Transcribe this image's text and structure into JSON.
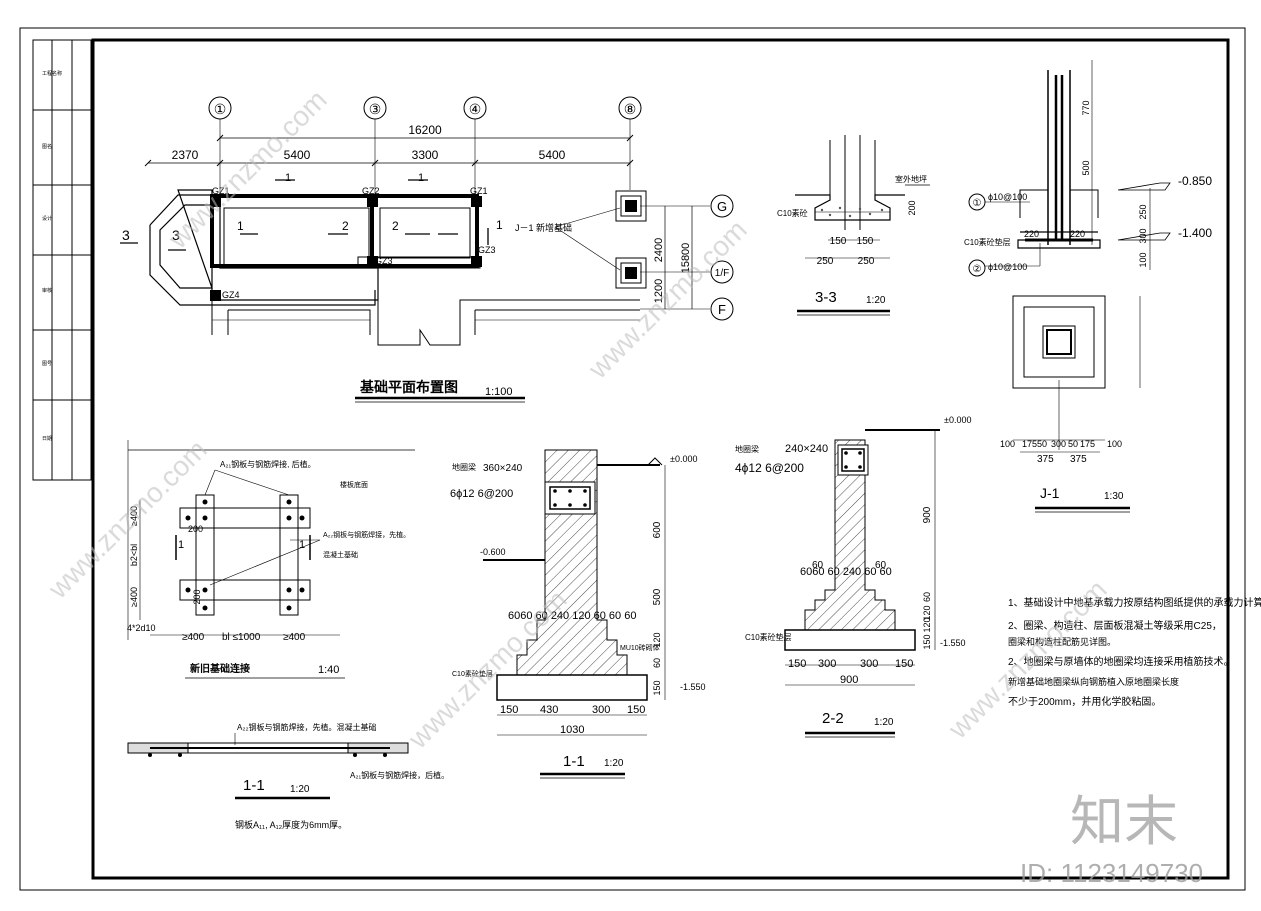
{
  "grid": {
    "axes_top": [
      "①",
      "③",
      "④",
      "⑧"
    ],
    "axes_right": [
      "G",
      "1/F",
      "F"
    ],
    "total": "16200",
    "spans": [
      "2370",
      "5400",
      "3300",
      "5400"
    ],
    "vert_total": "15800",
    "vert_spans": [
      "2400",
      "1200"
    ]
  },
  "plan": {
    "title": "基础平面布置图",
    "scale": "1:100",
    "cols": [
      "GZ1",
      "GZ2",
      "GZ1",
      "GZ3",
      "GZ3",
      "GZ4"
    ],
    "cut_labels": [
      "1",
      "1",
      "2",
      "2",
      "1",
      "1",
      "3",
      "3"
    ],
    "j1_label": "J－1 新增基础"
  },
  "sec33": {
    "title": "3-3",
    "scale": "1:20",
    "dims": [
      "150",
      "150",
      "250",
      "250",
      "200"
    ],
    "c10": "C10素砼",
    "note": "室外地坪"
  },
  "j1": {
    "title": "J-1",
    "scale": "1:30",
    "elev": [
      "-0.850",
      "-1.400"
    ],
    "vdims": [
      "770",
      "500",
      "250",
      "300",
      "100"
    ],
    "bar1": "ϕ10@100",
    "bar2": "ϕ10@100",
    "c10": "C10素砼垫层",
    "hdims": [
      "220",
      "220"
    ],
    "plan_dims": [
      "100",
      "175",
      "50",
      "300",
      "50",
      "175",
      "100"
    ],
    "plan_sub": [
      "375",
      "375"
    ],
    "callouts": [
      "①",
      "②"
    ]
  },
  "detail": {
    "title": "新旧基础连接",
    "scale": "1:40",
    "top_note": "A₂₁钢板与钢筋焊接, 后植。",
    "right_note1": "A₂₂钢板与钢筋焊接，先植。",
    "right_note2": "混凝土基础",
    "board": "楼板底面",
    "dims": [
      "≥400",
      "200",
      "b2<bl",
      "≥400",
      "200",
      "4*2d10",
      "≥400",
      "bl ≤1000",
      "≥400"
    ],
    "cut": [
      "1",
      "1"
    ]
  },
  "sec11a": {
    "title": "1-1",
    "scale": "1:20",
    "note_top": "A₂₂钢板与钢筋焊接，先植。混凝土基础",
    "note_bot": "A₂₁钢板与钢筋焊接，后植。",
    "footer": "钢板A₁₁, A₁₂厚度为6mm厚。"
  },
  "sec11": {
    "title": "1-1",
    "scale": "1:20",
    "beam": "地圈梁",
    "beam_size": "360×240",
    "bars": "6ϕ12 6@200",
    "elev": [
      "±0.000",
      "-0.600",
      "-1.550"
    ],
    "vdims": [
      "600",
      "500",
      "120",
      "60",
      "150"
    ],
    "mu": "MU10砖砌体",
    "c10": "C10素砼垫层",
    "steps": "6060 60 240 120 60 60 60",
    "bdims": [
      "150",
      "430",
      "300",
      "150"
    ],
    "bottom": "1030"
  },
  "sec22": {
    "title": "2-2",
    "scale": "1:20",
    "beam": "地圈梁",
    "beam_size": "240×240",
    "bars": "4ϕ12 6@200",
    "elev": [
      "±0.000",
      "-1.550"
    ],
    "vdims": [
      "900",
      "60",
      "120",
      "120",
      "150"
    ],
    "steps": "6060 60 240 60 60",
    "steps_top": "60",
    "c10": "C10素砼垫层",
    "bdims": [
      "150",
      "300",
      "300",
      "150"
    ],
    "bottom": "900"
  },
  "notes": [
    "1、基础设计中地基承载力按原结构图纸提供的承载力计算。",
    "2、圈梁、构造柱、层面板混凝土等级采用C25，",
    "   圈梁和构造柱配筋见详图。",
    "2、地圈梁与原墙体的地圈梁均连接采用植筋技术。",
    "   新增基础地圈梁纵向钢筋植入原地圈梁长度",
    "   不少于200mm，并用化学胶粘固。"
  ],
  "title_block": {
    "rows": [
      "工程名称",
      "图名",
      "设计",
      "审核",
      "图号",
      "日期"
    ]
  },
  "watermark": {
    "brand": "知末",
    "id": "ID: 1123149730",
    "site": "www.znzmo.com"
  }
}
